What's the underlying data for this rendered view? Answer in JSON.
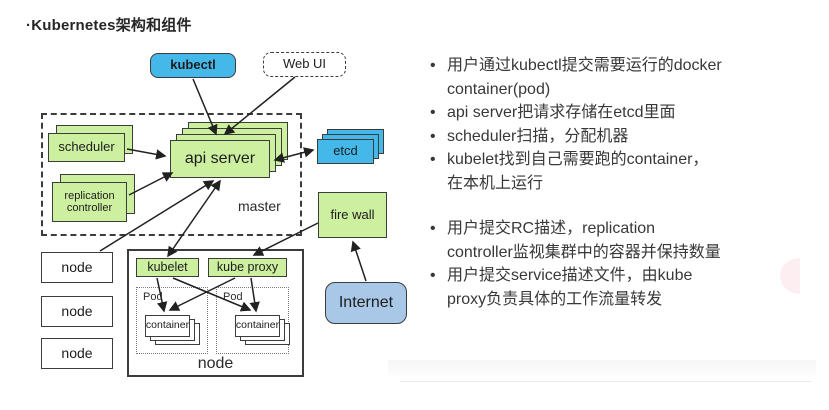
{
  "title": "·Kubernetes架构和组件",
  "colors": {
    "box_green": "#ccefa0",
    "box_blue": "#44b8e9",
    "internet_blue": "#a9c7e6",
    "line": "#212121"
  },
  "diagram": {
    "kubectl": "kubectl",
    "web_ui": "Web UI",
    "scheduler": "scheduler",
    "replication_controller": "replication controller",
    "api_server": "api server",
    "etcd": "etcd",
    "master_label": "master",
    "fire_wall": "fire wall",
    "internet": "Internet",
    "kubelet": "kubelet",
    "kube_proxy": "kube proxy",
    "pod": "Pod",
    "container": "container",
    "node": "node"
  },
  "notes": {
    "bullet_char": "•",
    "group1": [
      {
        "lines": [
          "用户通过kubectl提交需要运行的docker",
          "container(pod)"
        ]
      },
      {
        "lines": [
          "api server把请求存储在etcd里面",
          ""
        ]
      },
      {
        "lines": [
          "scheduler扫描，分配机器",
          ""
        ]
      },
      {
        "lines": [
          "kubelet找到自己需要跑的container，",
          "在本机上运行"
        ]
      }
    ],
    "group2": [
      {
        "lines": [
          "用户提交RC描述，replication",
          "controller监视集群中的容器并保持数量"
        ]
      },
      {
        "lines": [
          "用户提交service描述文件，由kube",
          "proxy负责具体的工作流量转发"
        ]
      }
    ]
  }
}
